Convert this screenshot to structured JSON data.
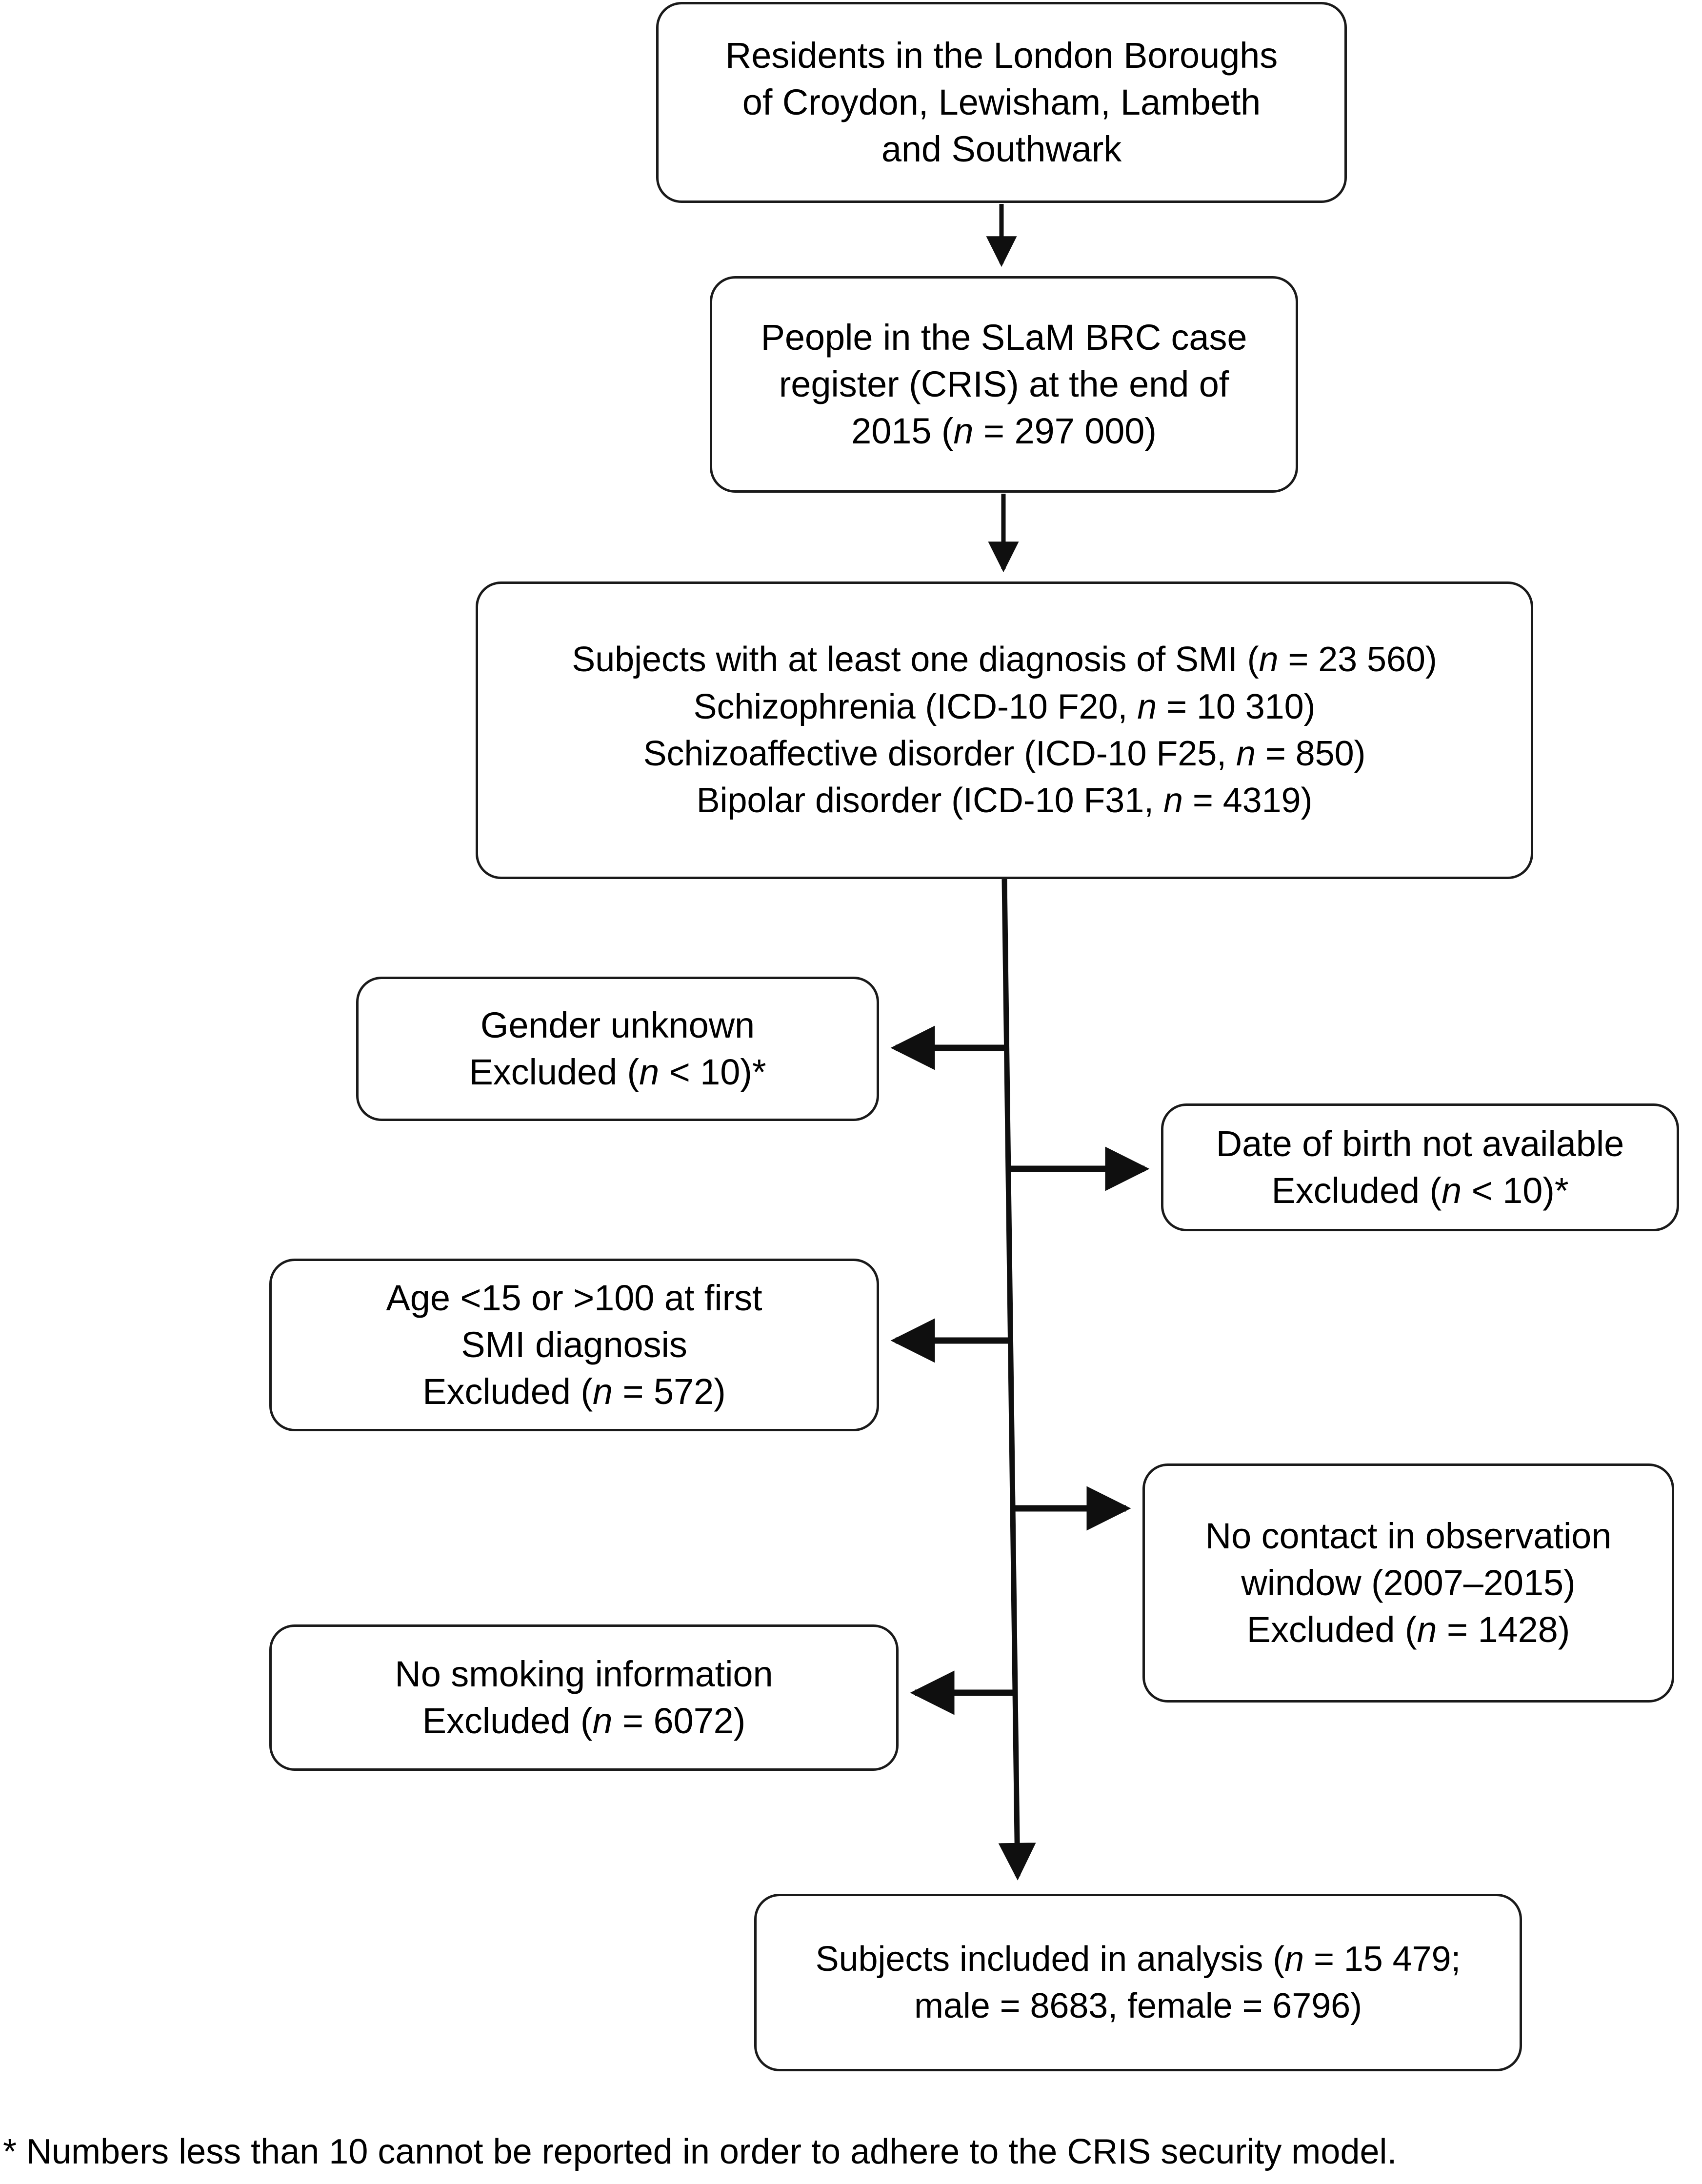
{
  "figure": {
    "type": "flowchart",
    "orientation": "top-to-bottom",
    "footnote": "* Numbers less than 10 cannot be reported in order to adhere to the CRIS security model."
  },
  "nodes": {
    "residents": {
      "id": "residents",
      "lines": [
        "Residents in the London Boroughs",
        "of Croydon, Lewisham, Lambeth",
        "and Southwark"
      ]
    },
    "cris": {
      "id": "cris",
      "lines": [
        "People in the SLaM BRC case",
        "register (CRIS) at the end of",
        "2015 (n = 297 000)"
      ],
      "n": "297 000"
    },
    "smi": {
      "id": "smi",
      "lines": [
        "Subjects with at least one diagnosis of SMI (n = 23 560)",
        "Schizophrenia (ICD-10 F20, n = 10 310)",
        "Schizoaffective disorder (ICD-10 F25, n = 850)",
        "Bipolar disorder (ICD-10 F31, n = 4319)"
      ],
      "counts": {
        "total_smi": "23 560",
        "schizophrenia": "10 310",
        "schizoaffective": "850",
        "bipolar": "4319"
      }
    },
    "gender": {
      "id": "gender",
      "lines": [
        "Gender unknown",
        "Excluded (n < 10)*"
      ],
      "n": "< 10"
    },
    "dob": {
      "id": "dob",
      "lines": [
        "Date of birth not available",
        "Excluded (n < 10)*"
      ],
      "n": "< 10"
    },
    "age": {
      "id": "age",
      "lines": [
        "Age <15 or >100 at first",
        "SMI diagnosis",
        "Excluded (n = 572)"
      ],
      "n": "572"
    },
    "nocontact": {
      "id": "nocontact",
      "lines": [
        "No contact in observation",
        "window (2007–2015)",
        "Excluded (n = 1428)"
      ],
      "n": "1428"
    },
    "nosmoking": {
      "id": "nosmoking",
      "lines": [
        "No smoking information",
        "Excluded (n = 6072)"
      ],
      "n": "6072"
    },
    "included": {
      "id": "included",
      "lines": [
        "Subjects included in analysis (n = 15 479;",
        "male = 8683, female = 6796)"
      ],
      "counts": {
        "total": "15 479",
        "male": "8683",
        "female": "6796"
      }
    }
  },
  "edges": [
    {
      "from": "residents",
      "to": "cris",
      "direction": "down"
    },
    {
      "from": "cris",
      "to": "smi",
      "direction": "down"
    },
    {
      "from": "smi",
      "to": "gender",
      "direction": "left"
    },
    {
      "from": "smi",
      "to": "dob",
      "direction": "right"
    },
    {
      "from": "smi",
      "to": "age",
      "direction": "left"
    },
    {
      "from": "smi",
      "to": "nocontact",
      "direction": "right"
    },
    {
      "from": "smi",
      "to": "nosmoking",
      "direction": "left"
    },
    {
      "from": "smi",
      "to": "included",
      "direction": "down"
    }
  ],
  "colors": {
    "stroke": "#1a1a1a",
    "fill": "#ffffff",
    "text": "#000000"
  }
}
